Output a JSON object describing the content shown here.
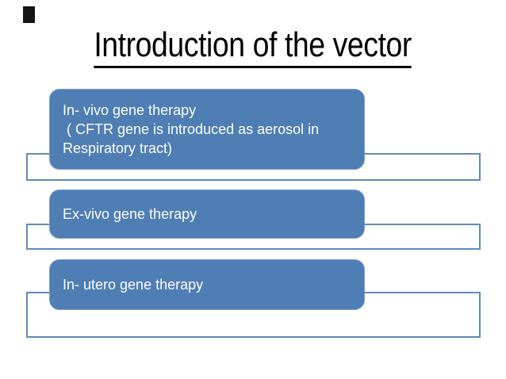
{
  "slide": {
    "title": "Introduction of the vector",
    "diagram": {
      "type": "vertical-box-list",
      "items": [
        {
          "label": "In- vivo gene therapy",
          "detail": " ( CFTR gene is introduced as aerosol in Respiratory tract)"
        },
        {
          "label": "Ex-vivo gene therapy",
          "detail": ""
        },
        {
          "label": "In- utero gene therapy",
          "detail": ""
        }
      ]
    },
    "colors": {
      "box_fill": "#4f7eb5",
      "box_border": "#7b9cc9",
      "backdrop_border": "#5f8ab8",
      "title_text": "#000000",
      "box_text": "#ffffff",
      "background": "#ffffff"
    }
  }
}
